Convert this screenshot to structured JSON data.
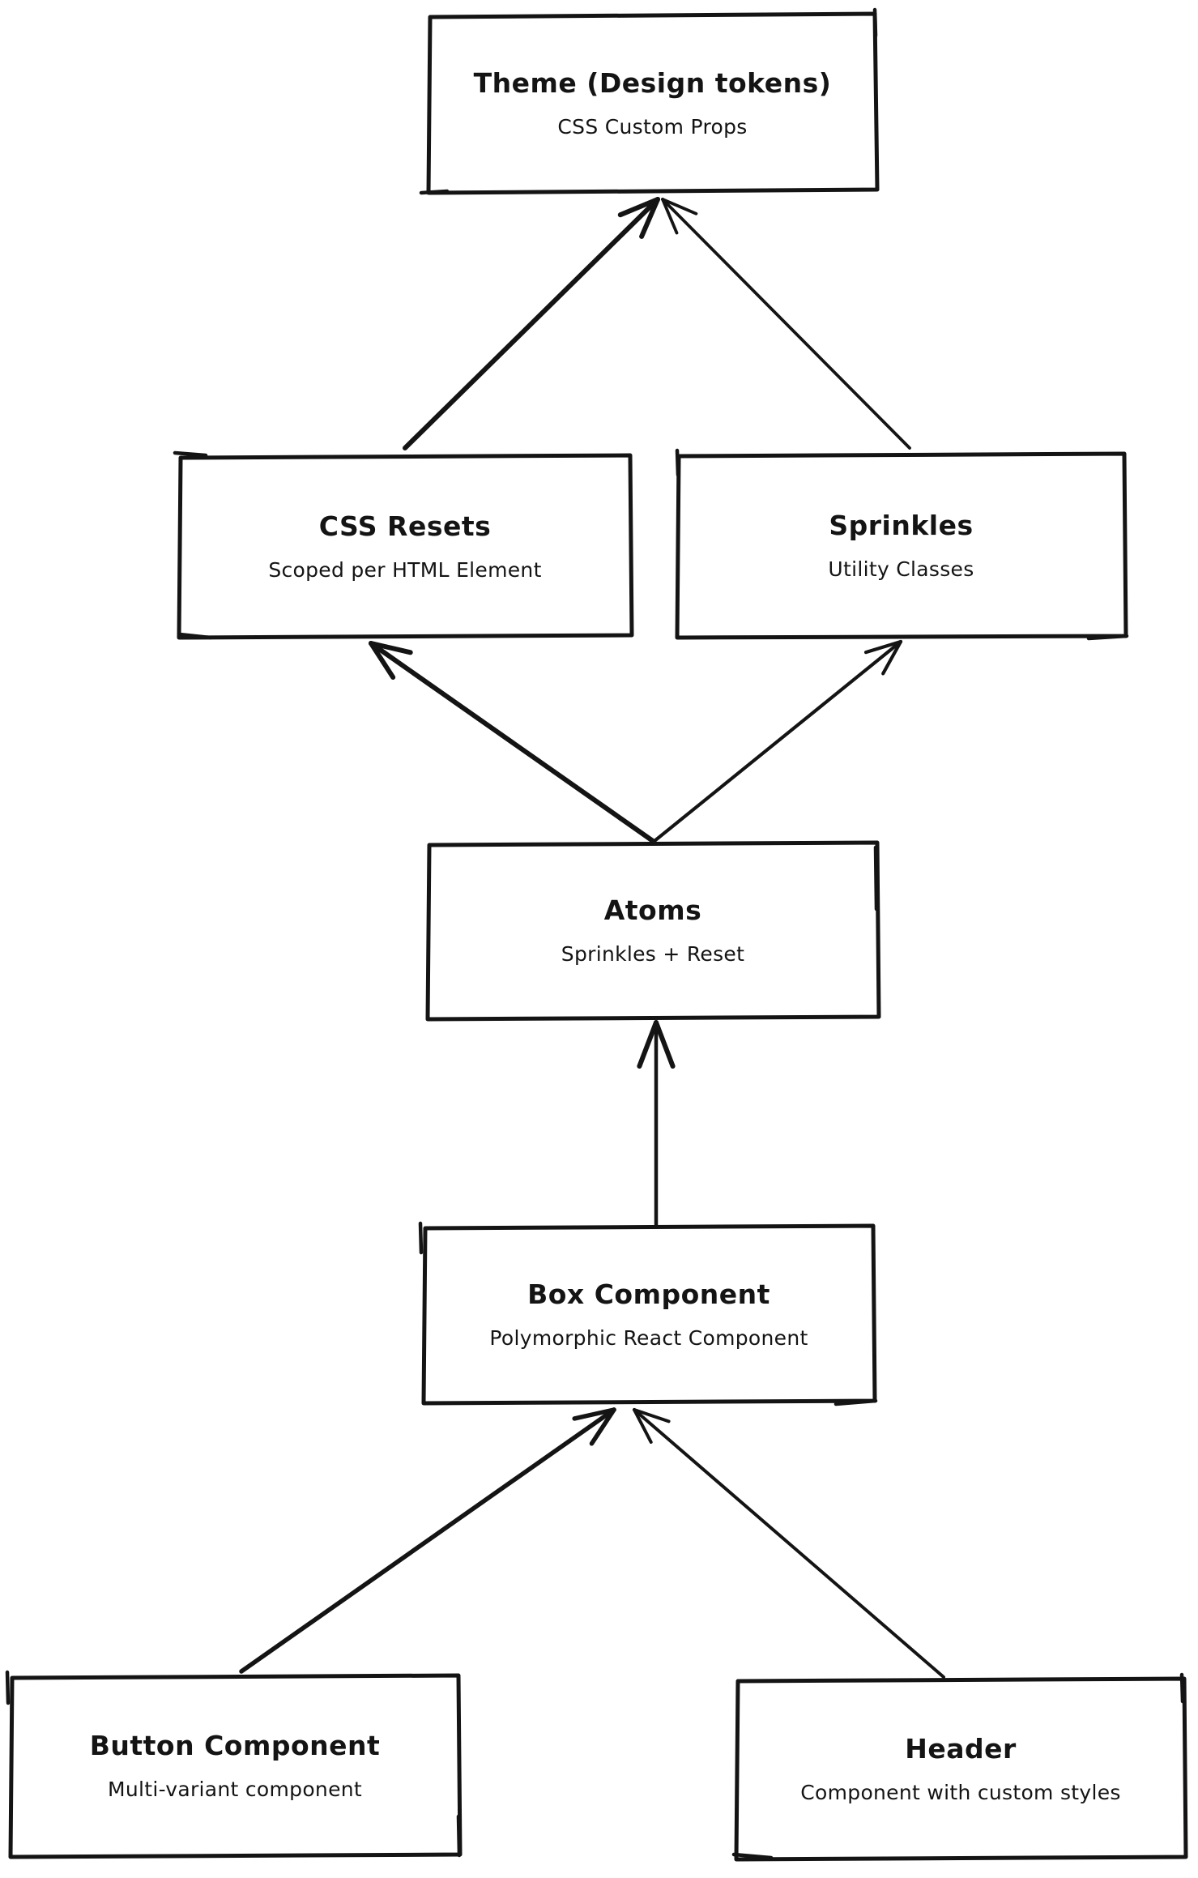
{
  "diagram": {
    "background_color": "#ffffff",
    "stroke_color": "#141414",
    "style": "hand-drawn flowchart (excalidraw-like), arrows point upward toward dependencies",
    "nodes": {
      "theme": {
        "title": "Theme (Design tokens)",
        "subtitle": "CSS Custom Props"
      },
      "css_resets": {
        "title": "CSS Resets",
        "subtitle": "Scoped per HTML Element"
      },
      "sprinkles": {
        "title": "Sprinkles",
        "subtitle": "Utility Classes"
      },
      "atoms": {
        "title": "Atoms",
        "subtitle": "Sprinkles + Reset"
      },
      "box_component": {
        "title": "Box Component",
        "subtitle": "Polymorphic React Component"
      },
      "button_component": {
        "title": "Button Component",
        "subtitle": "Multi-variant component"
      },
      "header": {
        "title": "Header",
        "subtitle": "Component with custom styles"
      }
    },
    "edges": [
      {
        "from": "css_resets",
        "to": "theme"
      },
      {
        "from": "sprinkles",
        "to": "theme"
      },
      {
        "from": "atoms",
        "to": "css_resets"
      },
      {
        "from": "atoms",
        "to": "sprinkles"
      },
      {
        "from": "box_component",
        "to": "atoms"
      },
      {
        "from": "button_component",
        "to": "box_component"
      },
      {
        "from": "header",
        "to": "box_component"
      }
    ]
  }
}
